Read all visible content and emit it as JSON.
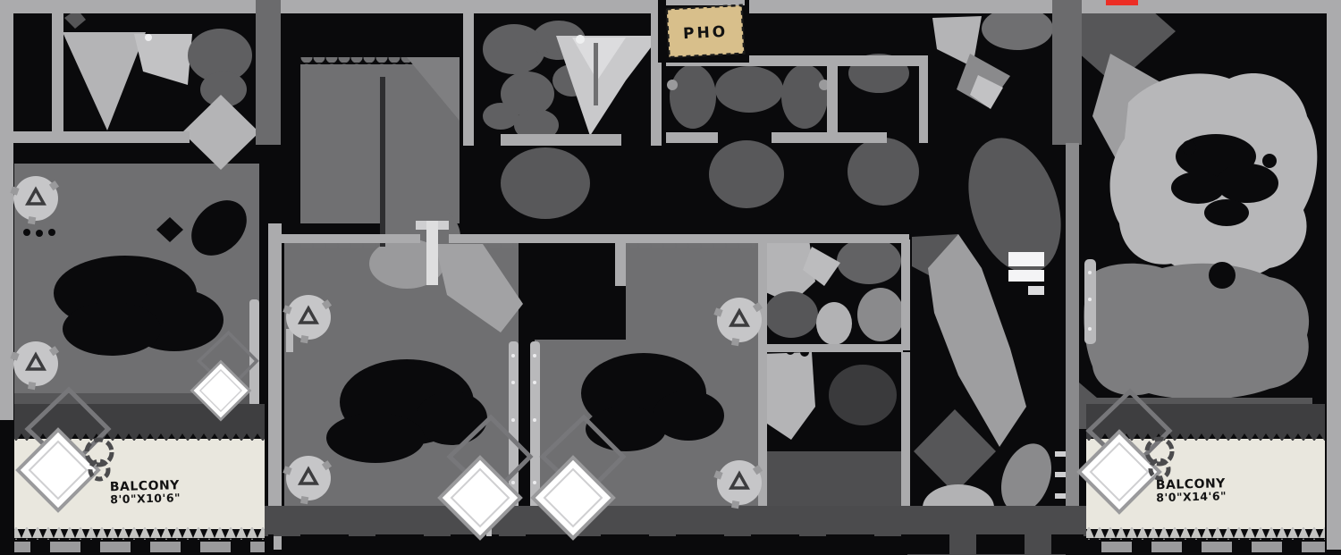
{
  "meta": {
    "type": "floor-plan",
    "style": "dark-architectural-plan"
  },
  "labels": {
    "pho_box": "PHO",
    "balcony_left": {
      "title": "BALCONY",
      "dimensions": "8'0\"X10'6\""
    },
    "balcony_right": {
      "title": "BALCONY",
      "dimensions": "8'0\"X14'6\""
    }
  },
  "symbols": [
    "ceiling-fan",
    "diamond-side-table",
    "ring-handles",
    "door-swing",
    "wardrobe-strip",
    "sawtooth-trim",
    "bed",
    "toilet",
    "sink",
    "sofa-group"
  ],
  "counts": {
    "ceiling_fans": 6,
    "diamond_tables": 4,
    "balconies": 2
  },
  "colors": {
    "background": "#0a0a0c",
    "wall_light": "#ababad",
    "wall_mid": "#8a8a8c",
    "column_dark": "#6b6b6d",
    "floor_gray": "#6f6f71",
    "floor_dark": "#4b4b4d",
    "blob_dark": "#58585a",
    "blob_light": "#b4b4b6",
    "balcony_floor": "#e9e7de",
    "balcony_band": "#3e3e40",
    "pho_tan": "#d8bf8b",
    "accent_red": "#ec2d25",
    "furniture_white": "#ffffff"
  }
}
